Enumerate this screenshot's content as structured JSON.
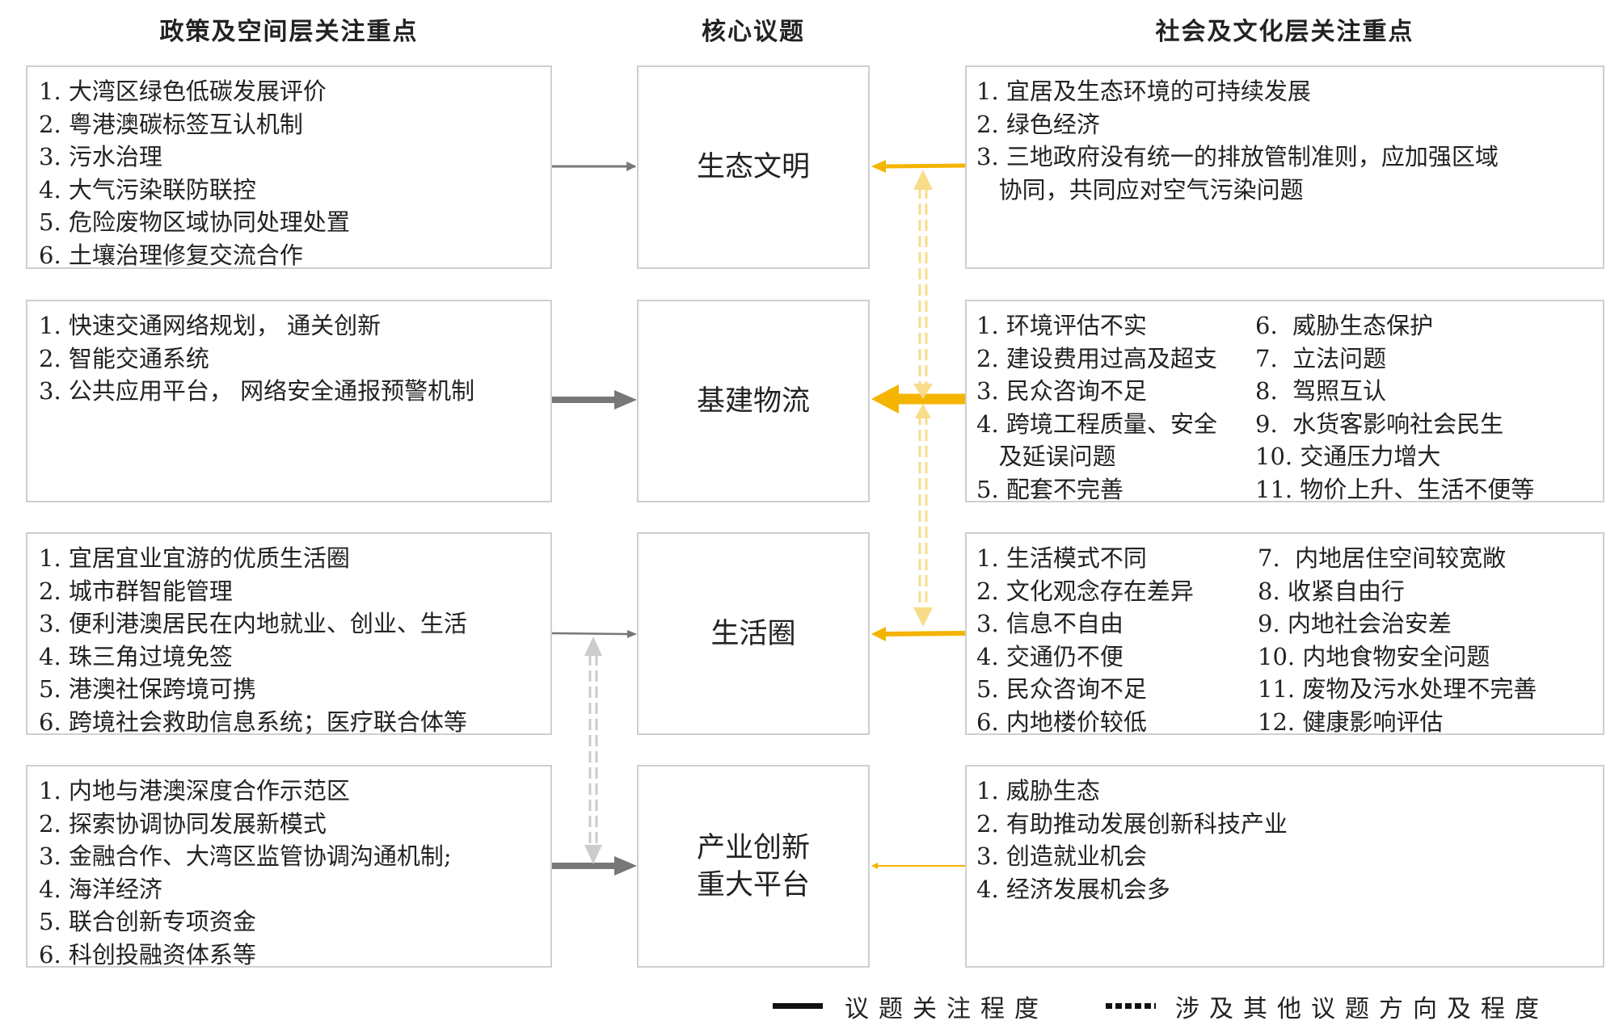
{
  "headers": {
    "left": "政策及空间层关注重点",
    "middle": "核心议题",
    "right": "社会及文化层关注重点"
  },
  "rows": [
    {
      "policy": [
        "1. 大湾区绿色低碳发展评价",
        "2. 粤港澳碳标签互认机制",
        "3. 污水治理",
        "4. 大气污染联防联控",
        "5. 危险废物区域协同处理处置",
        "6. 土壤治理修复交流合作"
      ],
      "core": "生态文明",
      "social_a": [
        "1. 宜居及生态环境的可持续发展",
        "2. 绿色经济",
        "3. 三地政府没有统一的排放管制准则，应加强区域",
        "   协同，共同应对空气污染问题"
      ],
      "social_b": []
    },
    {
      "policy": [
        "1. 快速交通网络规划， 通关创新",
        "2. 智能交通系统",
        "3. 公共应用平台， 网络安全通报预警机制"
      ],
      "core": "基建物流",
      "social_a": [
        "1. 环境评估不实",
        "2. 建设费用过高及超支",
        "3. 民众咨询不足",
        "4. 跨境工程质量、安全",
        "   及延误问题",
        "5. 配套不完善"
      ],
      "social_b": [
        "6.  威胁生态保护",
        "7.  立法问题",
        "8.  驾照互认",
        "9.  水货客影响社会民生",
        "10. 交通压力增大",
        "11. 物价上升、生活不便等"
      ]
    },
    {
      "policy": [
        "1. 宜居宜业宜游的优质生活圈",
        "2. 城市群智能管理",
        "3. 便利港澳居民在内地就业、创业、生活",
        "4. 珠三角过境免签",
        "5. 港澳社保跨境可携",
        "6. 跨境社会救助信息系统；医疗联合体等"
      ],
      "core": "生活圈",
      "social_a": [
        "1. 生活模式不同",
        "2. 文化观念存在差异",
        "3. 信息不自由",
        "4. 交通仍不便",
        "5. 民众咨询不足",
        "6. 内地楼价较低"
      ],
      "social_b": [
        "7.  内地居住空间较宽敞",
        "8. 收紧自由行",
        "9. 内地社会治安差",
        "10. 内地食物安全问题",
        "11. 废物及污水处理不完善",
        "12. 健康影响评估"
      ]
    },
    {
      "policy": [
        "1. 内地与港澳深度合作示范区",
        "2. 探索协调协同发展新模式",
        "3. 金融合作、大湾区监管协调沟通机制;",
        "4. 海洋经济",
        "5. 联合创新专项资金",
        "6. 科创投融资体系等"
      ],
      "core": "产业创新\n重大平台",
      "social_a": [
        "1. 威胁生态",
        "2. 有助推动发展创新科技产业",
        "3. 创造就业机会",
        "4. 经济发展机会多"
      ],
      "social_b": []
    }
  ],
  "legend": {
    "solid": "议题关注程度",
    "dashed": "涉及其他议题方向及程度"
  },
  "colors": {
    "policy_arrow": "#777777",
    "social_arrow": "#f5b400",
    "social_dashed": "#f8dc8a",
    "policy_dashed": "#cccccc",
    "border": "#cfcfcf"
  }
}
